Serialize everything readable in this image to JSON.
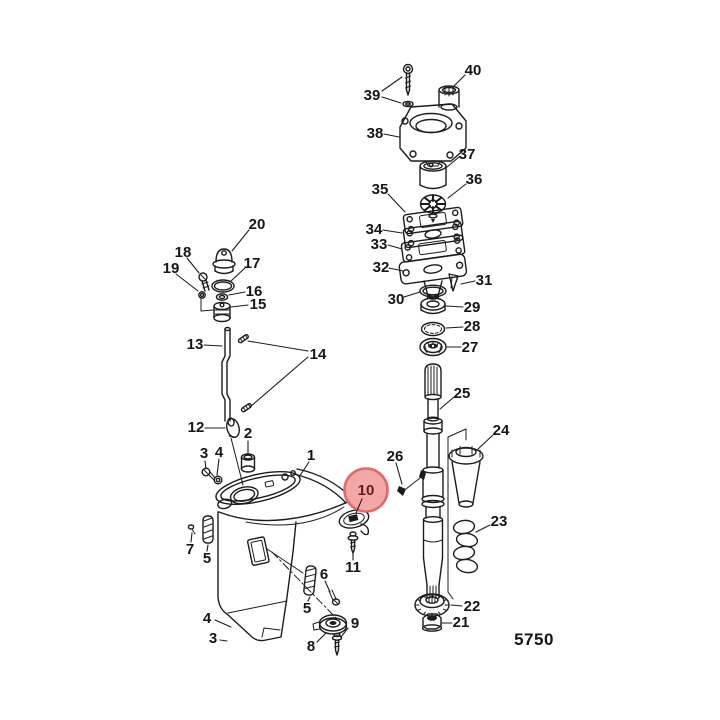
{
  "figure": {
    "type": "exploded-parts-diagram",
    "subject": "outboard gear housing / driveshaft / water pump assembly",
    "background": "#ffffff",
    "ink_color": "#1c1c1c",
    "drawing_number": "5750",
    "highlighted_part": {
      "label": "10",
      "circle_fill": "#f4a7a7",
      "circle_stroke": "#e06a6a",
      "label_color": "#5e1d1d"
    }
  },
  "callouts": {
    "n1": "1",
    "n2": "2",
    "n3a": "3",
    "n3b": "3",
    "n4a": "4",
    "n4b": "4",
    "n5a": "5",
    "n5b": "5",
    "n6": "6",
    "n7": "7",
    "n8": "8",
    "n9": "9",
    "n10": "10",
    "n11": "11",
    "n12": "12",
    "n13": "13",
    "n14": "14",
    "n15": "15",
    "n16": "16",
    "n17": "17",
    "n18": "18",
    "n19": "19",
    "n20": "20",
    "n21": "21",
    "n22": "22",
    "n23": "23",
    "n24": "24",
    "n25": "25",
    "n26": "26",
    "n27": "27",
    "n28": "28",
    "n29": "29",
    "n30": "30",
    "n31": "31",
    "n32": "32",
    "n33": "33",
    "n34": "34",
    "n35": "35",
    "n36": "36",
    "n37": "37",
    "n38": "38",
    "n39": "39",
    "n40": "40"
  }
}
